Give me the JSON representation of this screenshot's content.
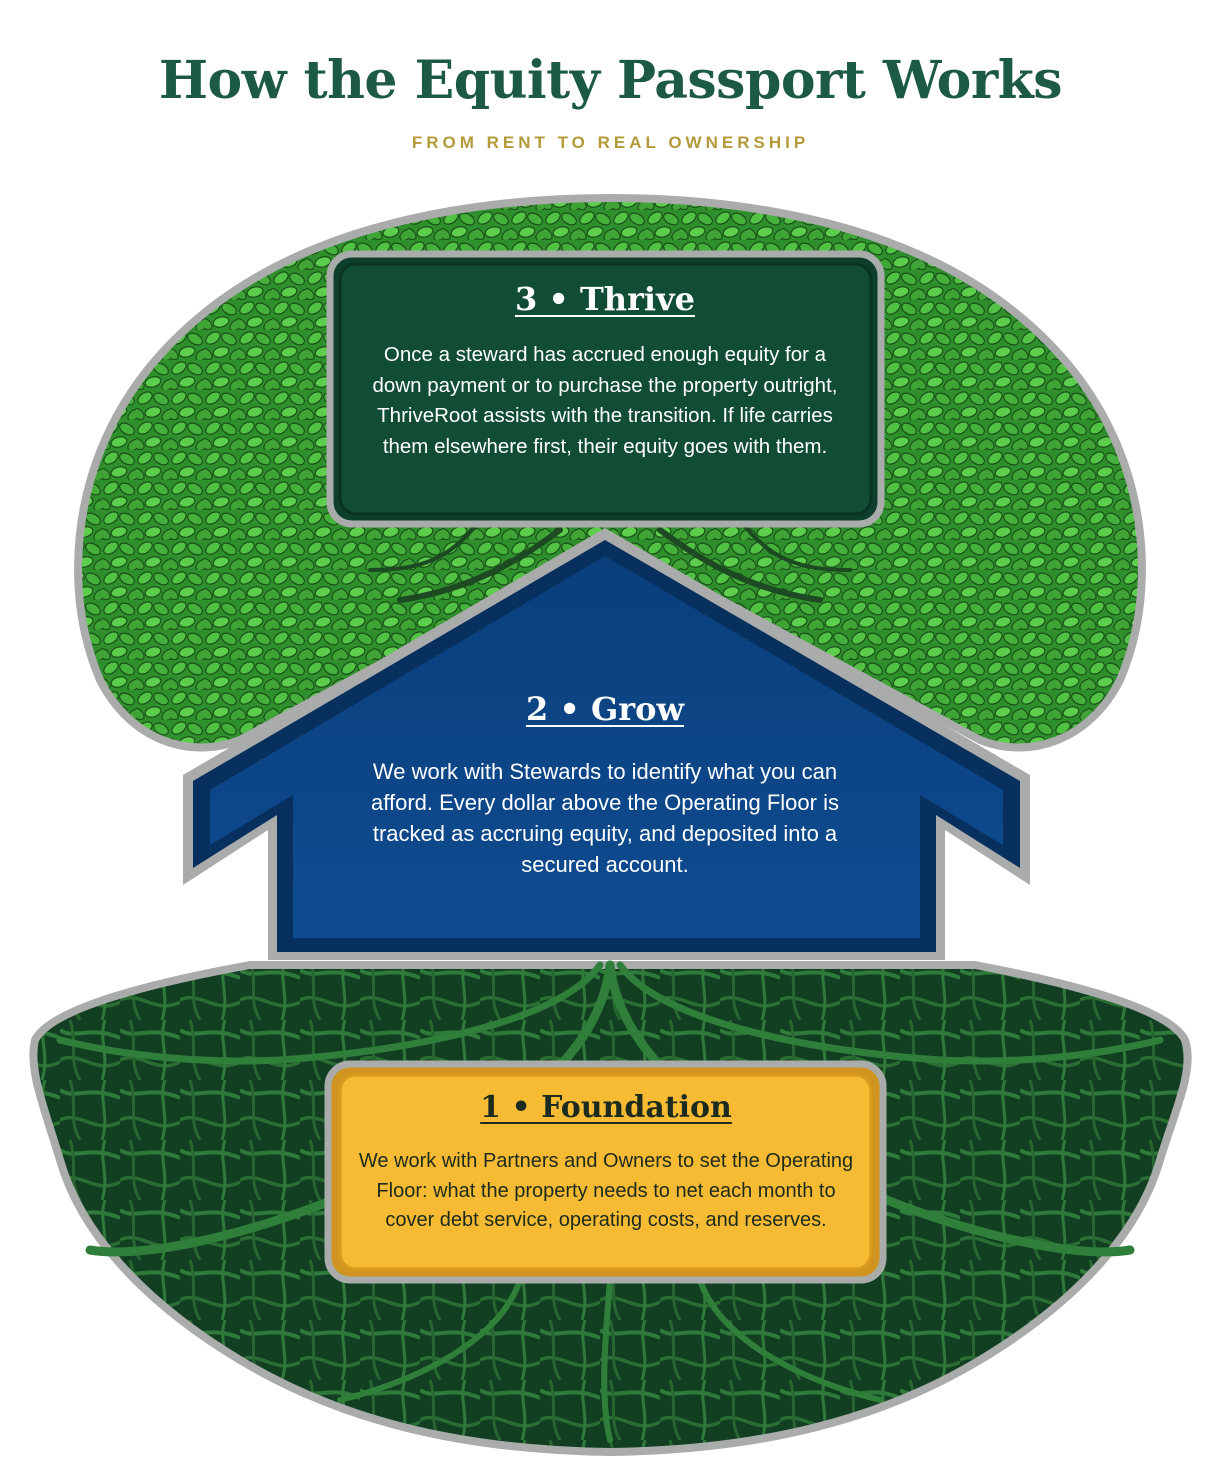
{
  "header": {
    "title": "How the Equity Passport Works",
    "subtitle": "FROM RENT TO REAL OWNERSHIP"
  },
  "stages": {
    "thrive": {
      "heading": "3 • Thrive",
      "body": "Once a steward has accrued enough equity for a down payment or to purchase the property outright, ThriveRoot assists with the transition. If life carries them elsewhere first, their equity goes with them."
    },
    "grow": {
      "heading": "2 • Grow",
      "body": "We work with Stewards to identify what you can afford. Every dollar above the Operating Floor is tracked as accruing equity, and deposited into a secured account."
    },
    "foundation": {
      "heading": "1 • Foundation",
      "body": "We work with Partners and Owners to set the Operating Floor: what the property needs to net each month to cover debt service, operating costs, and reserves."
    }
  },
  "colors": {
    "title": "#1c5a44",
    "subtitle": "#b59a3a",
    "canopy": "#3aa336",
    "thrive_box": "#0f4a33",
    "house": "#0d4a8e",
    "roots": "#154d2a",
    "foundation_box": "#f6bb33"
  }
}
